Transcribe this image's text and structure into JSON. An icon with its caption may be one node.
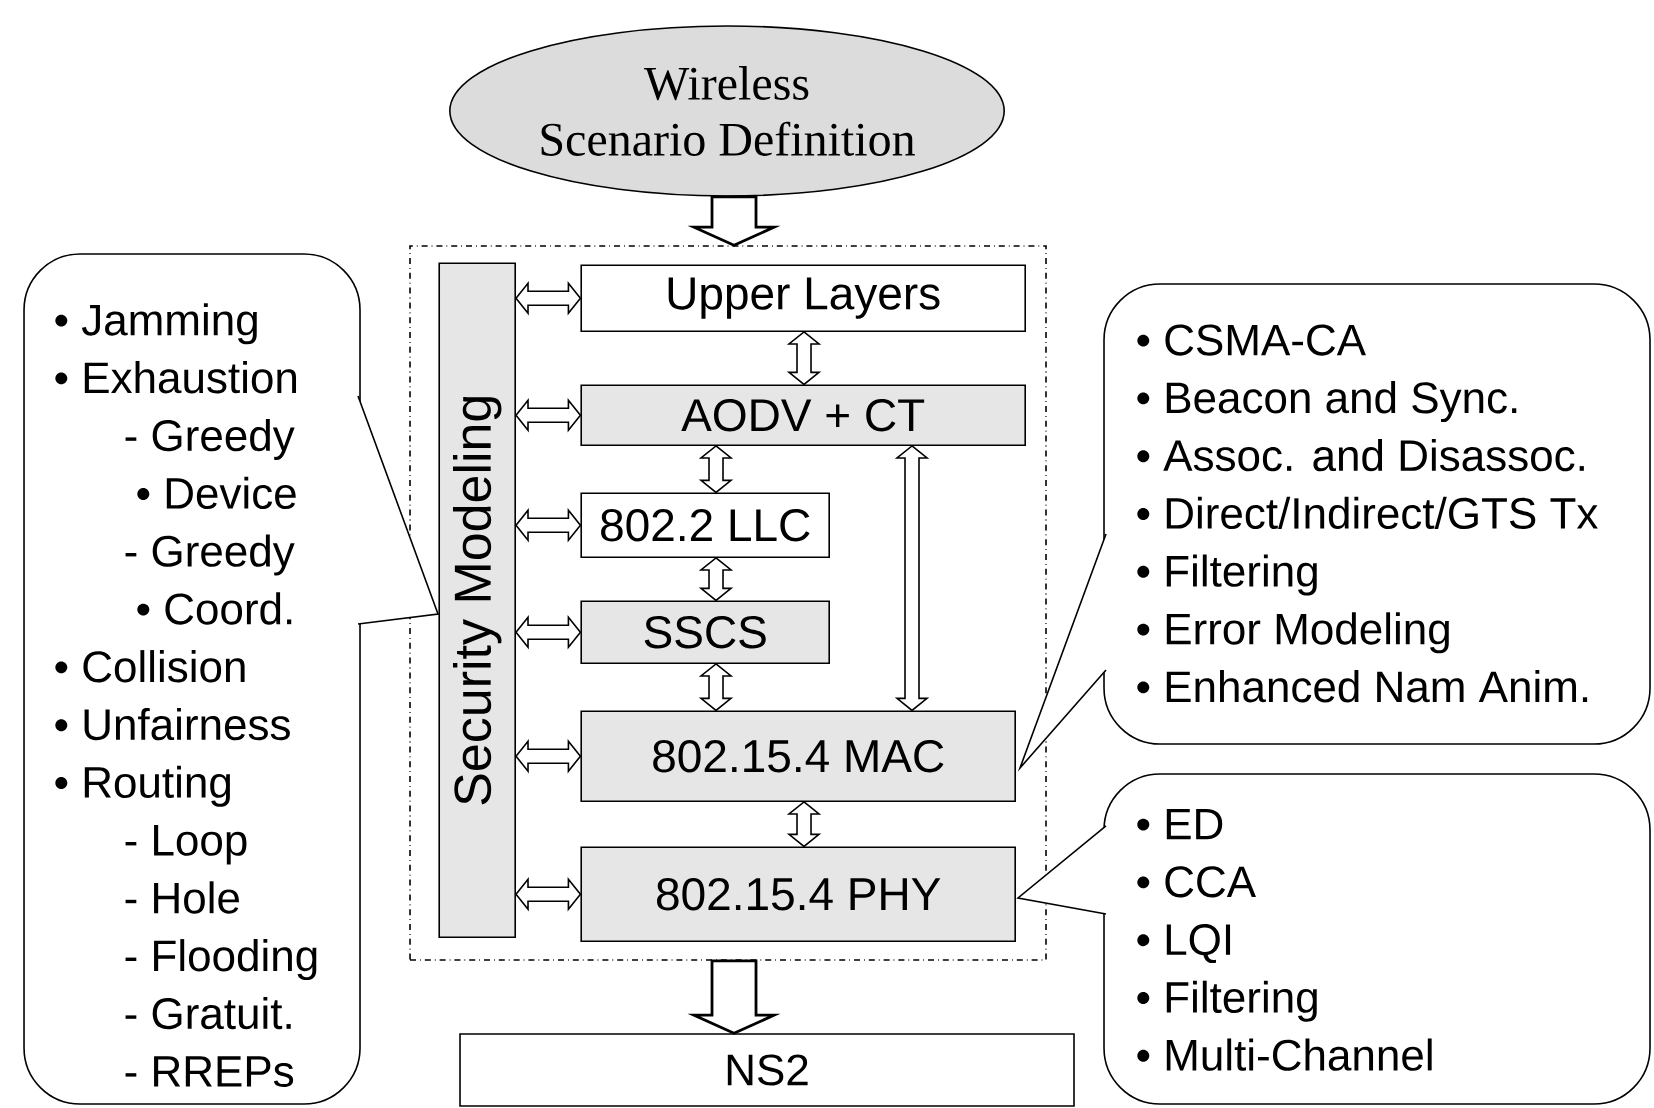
{
  "diagram": {
    "nodes": [
      {
        "text": [
          "Wireless Scenario Definition"
        ]
      },
      {
        "text": [],
        "shape": "box"
      },
      {
        "text": [
          "Security Modeling"
        ],
        "in": 1
      },
      {
        "text": [
          "Upper Layers"
        ],
        "in": 1
      },
      {
        "text": [
          "AODV + CT"
        ],
        "in": 1
      },
      {
        "text": [
          "802.2 LLC"
        ],
        "in": 1
      },
      {
        "text": [
          "SSCS"
        ],
        "in": 1
      },
      {
        "text": [
          "802.15.4 MAC"
        ],
        "in": 1
      },
      {
        "text": [
          "802.15.4 PHY"
        ],
        "in": 1
      },
      {
        "text": [
          "NS2"
        ]
      },
      {
        "text": [
          "• Jamming",
          "• Exhaustion",
          "- Greedy",
          "• Device",
          "- Greedy",
          "• Coord.",
          "• Collision",
          "• Unfairness",
          "• Routing",
          "- Loop",
          "- Hole",
          "- Flooding",
          "- Gratuit.",
          "- RREPs"
        ]
      },
      {
        "text": [
          "• CSMA-CA",
          "• Beacon and Sync.",
          "• Assoc. and Disassoc.",
          "• Direct/Indirect/GTS Tx",
          "• Filtering",
          "• Error Modeling",
          "• Enhanced Nam Anim."
        ]
      },
      {
        "text": [
          "• ED",
          "• CCA",
          "• LQI",
          "• Filtering",
          "• Multi-Channel"
        ]
      }
    ],
    "edges": [
      {
        "from": 0,
        "to": 1,
        "arrow": "to",
        "style": "thick"
      },
      {
        "from": 2,
        "to": 3,
        "arrow": "both"
      },
      {
        "from": 2,
        "to": 4,
        "arrow": "both"
      },
      {
        "from": 2,
        "to": 5,
        "arrow": "both"
      },
      {
        "from": 2,
        "to": 6,
        "arrow": "both"
      },
      {
        "from": 2,
        "to": 7,
        "arrow": "both"
      },
      {
        "from": 2,
        "to": 8,
        "arrow": "both"
      },
      {
        "from": 3,
        "to": 4,
        "arrow": "both"
      },
      {
        "from": 4,
        "to": 5,
        "arrow": "both"
      },
      {
        "from": 5,
        "to": 6,
        "arrow": "both"
      },
      {
        "from": 6,
        "to": 7,
        "arrow": "both"
      },
      {
        "from": 7,
        "to": 8,
        "arrow": "both"
      },
      {
        "from": 4,
        "to": 7,
        "arrow": "both"
      },
      {
        "from": 1,
        "to": 9,
        "arrow": "to",
        "style": "thick"
      }
    ]
  }
}
